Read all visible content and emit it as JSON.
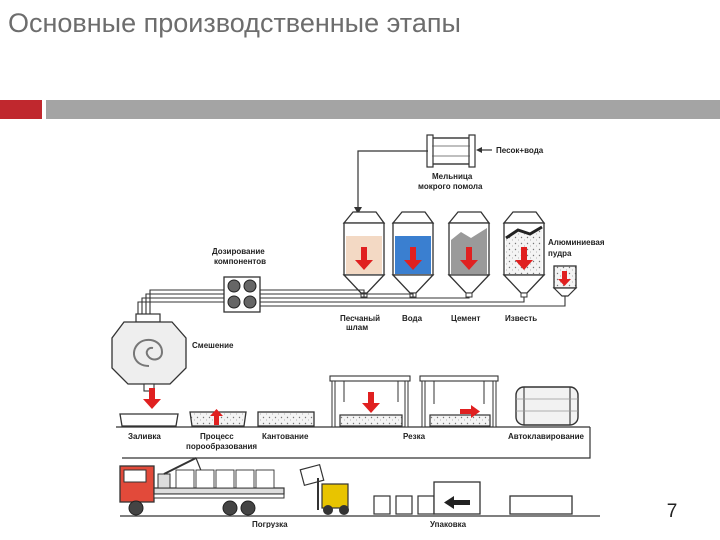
{
  "slide": {
    "title": "Основные производственные этапы",
    "page_number": "7"
  },
  "colors": {
    "accent_red": "#c0282e",
    "bar_gray": "#a4a4a4",
    "arrow_red": "#e02020",
    "water_blue": "#3a7fd0"
  },
  "diagram": {
    "sand_water": "Песок+вода",
    "mill_line1": "Мельница",
    "mill_line2": "мокрого помола",
    "dosing_line1": "Дозирование",
    "dosing_line2": "компонентов",
    "aluminium_line1": "Алюминиевая",
    "aluminium_line2": "пудра",
    "sand_slurry_line1": "Песчаный",
    "sand_slurry_line2": "шлам",
    "water": "Вода",
    "cement": "Цемент",
    "lime": "Известь",
    "mixing": "Смешение",
    "pouring": "Заливка",
    "pore_line1": "Процесс",
    "pore_line2": "порообразования",
    "tilting": "Кантование",
    "cutting": "Резка",
    "autoclaving": "Автоклавирование",
    "loading": "Погрузка",
    "packing": "Упаковка"
  }
}
